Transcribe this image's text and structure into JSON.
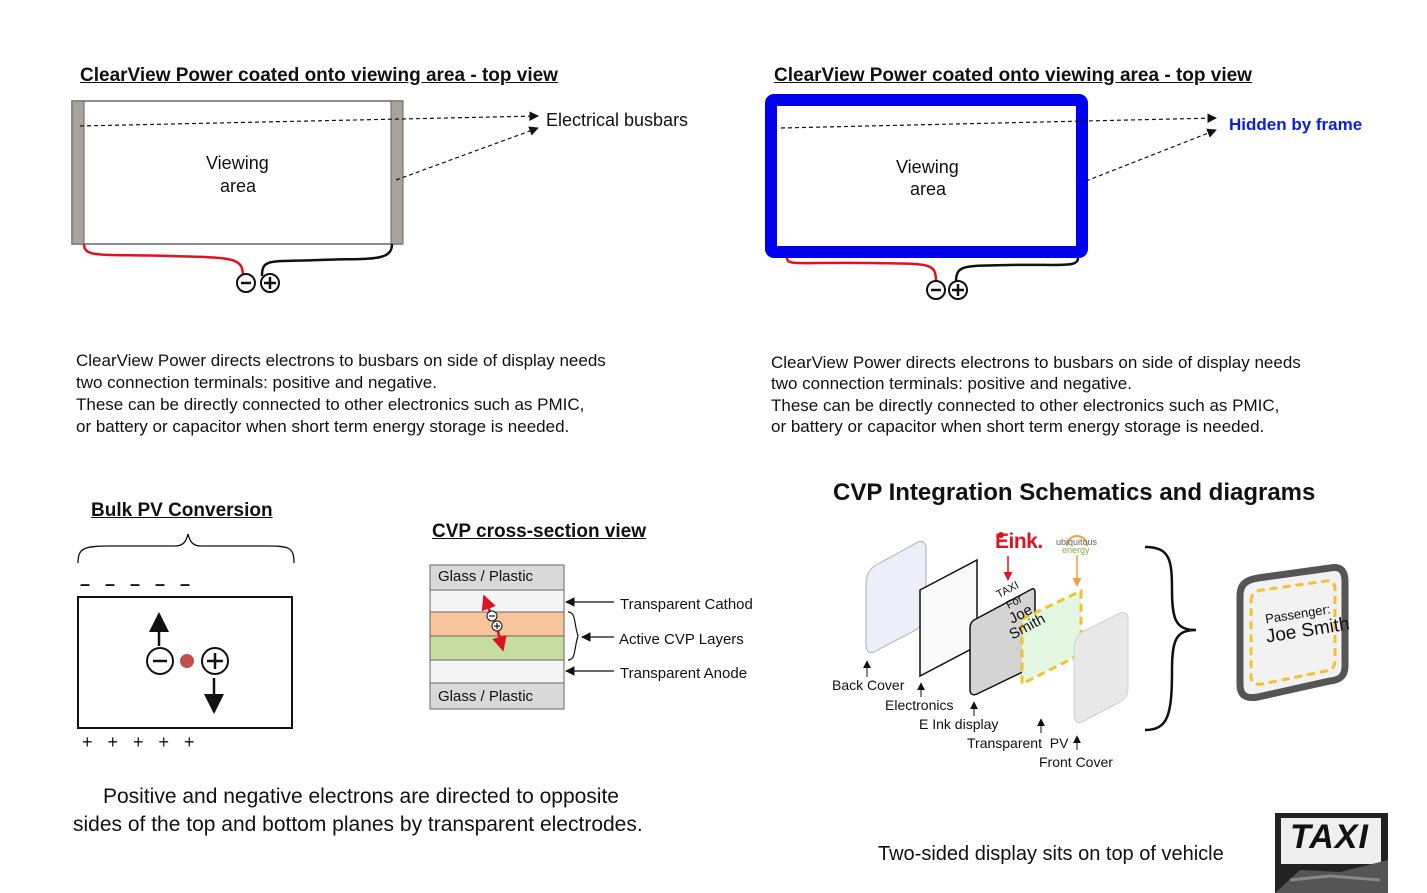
{
  "panel_left": {
    "title": "ClearView Power coated onto viewing area - top view",
    "viewing_label_1": "Viewing",
    "viewing_label_2": "area",
    "busbar_label": "Electrical busbars",
    "desc": [
      "ClearView Power directs electrons to busbars on side of display needs",
      "two connection terminals: positive and negative.",
      "These can be directly connected to other electronics such as PMIC,",
      "or battery or capacitor when short term energy storage is needed."
    ]
  },
  "panel_right": {
    "title": "ClearView Power coated onto viewing area - top view",
    "viewing_label_1": "Viewing",
    "viewing_label_2": "area",
    "frame_label": "Hidden by frame",
    "desc": [
      "ClearView Power directs electrons to busbars on side of display needs",
      "two connection terminals: positive and negative.",
      "These can be directly connected to other electronics such as PMIC,",
      "or battery or capacitor when short term energy storage is needed."
    ]
  },
  "bulk_pv": {
    "title": "Bulk PV Conversion",
    "top_signs": "–   –   –   –   –",
    "bottom_signs": "+   +   +   +   +",
    "caption_1": "Positive and negative electrons are directed to opposite",
    "caption_2": "sides of the top and bottom planes by transparent electrodes."
  },
  "cross_section": {
    "title": "CVP cross-section view",
    "layer_top": "Glass / Plastic",
    "layer_bottom": "Glass / Plastic",
    "label_cathode": "Transparent Cathod",
    "label_active": "Active CVP Layers",
    "label_anode": "Transparent Anode"
  },
  "integration": {
    "title": "CVP Integration Schematics and diagrams",
    "eink_logo": "Eink.",
    "ubiquitous_logo_1": "ubiquitous",
    "ubiquitous_logo_2": "energy",
    "eink_screen_1": "TAXI",
    "eink_screen_2": "For",
    "eink_screen_3": "Joe Smith",
    "labels": {
      "back_cover": "Back Cover",
      "electronics": "Electronics",
      "eink_display": "E Ink display",
      "transparent_pv": "Transparent  PV",
      "front_cover": "Front Cover"
    },
    "passenger_label": "Passenger:",
    "passenger_name": "Joe Smith",
    "caption": "Two-sided display sits on top of vehicle",
    "taxi_photo_text": "TAXI"
  },
  "colors": {
    "frame_blue": "#0000ee",
    "frame_label": "#0a1edc",
    "busbar_gray": "#a9a39e",
    "wire_red": "#e0121f",
    "layer_orange": "#f8c49b",
    "layer_green": "#c6dca1",
    "glass_gray": "#d9d9d9",
    "charge_dot": "#c0504d",
    "dashed_yellow": "#f2c12e",
    "pv_fill": "#e3f7e3"
  },
  "icons": [
    "minus-terminal-icon",
    "plus-terminal-icon",
    "arrow-icon",
    "taxi-photo-icon"
  ]
}
